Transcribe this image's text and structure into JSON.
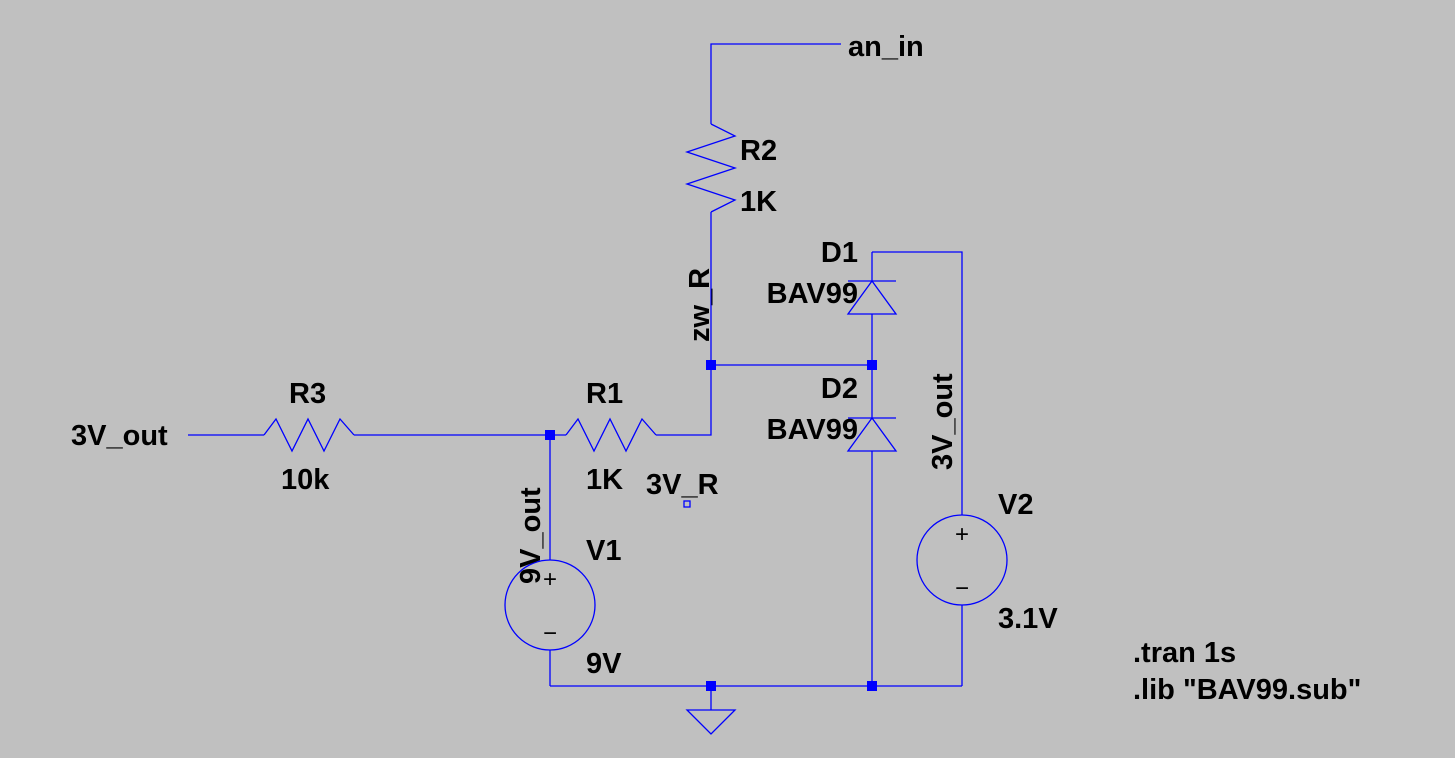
{
  "colors": {
    "background": "#c0c0c0",
    "wire": "#0000ff",
    "text": "#000000"
  },
  "components": {
    "R1": {
      "name": "R1",
      "value": "1K"
    },
    "R2": {
      "name": "R2",
      "value": "1K"
    },
    "R3": {
      "name": "R3",
      "value": "10k"
    },
    "D1": {
      "name": "D1",
      "value": "BAV99"
    },
    "D2": {
      "name": "D2",
      "value": "BAV99"
    },
    "V1": {
      "name": "V1",
      "value": "9V"
    },
    "V2": {
      "name": "V2",
      "value": "3.1V"
    }
  },
  "nets": {
    "an_in": "an_in",
    "zw_R": "zw_R",
    "3V_R": "3V_R",
    "3V_out_left": "3V_out",
    "3V_out_v2": "3V_out",
    "9V_out": "9V_out"
  },
  "source_symbols": {
    "plus": "+",
    "minus": "−"
  },
  "directives": {
    "tran": ".tran 1s",
    "lib": ".lib \"BAV99.sub\""
  }
}
